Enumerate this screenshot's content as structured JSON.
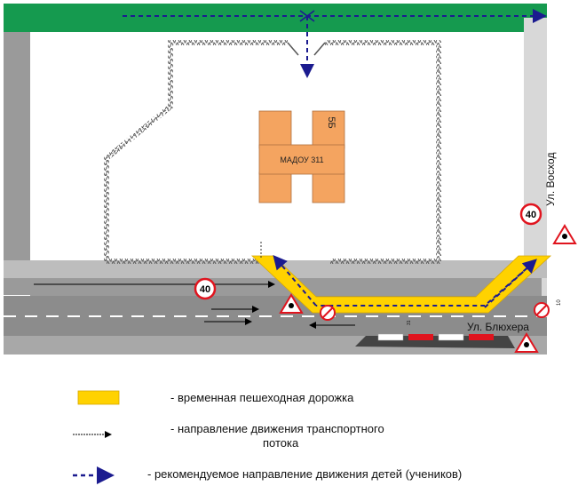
{
  "map": {
    "building_label": "МАДОУ 311",
    "building_number": "5Б",
    "street_vertical": "Ул. Восход",
    "street_horizontal": "Ул. Блюхера",
    "speed_limit_1": "40",
    "speed_limit_2": "40",
    "house_number": "10",
    "small_number": "31"
  },
  "colors": {
    "park": "#159a4f",
    "road": "#8c8c8c",
    "sidewalk": "#d6d6d6",
    "building": "#f4a460",
    "walkway": "#ffd200",
    "route": "#1b1b8f",
    "sign_red": "#e0141e"
  },
  "legend": {
    "walkway_text": "- временная пешеходная дорожка",
    "traffic_text_line1": "- направление движения транспортного",
    "traffic_text_line2": "потока",
    "children_text": "- рекомендуемое направление движения детей (учеников)"
  }
}
